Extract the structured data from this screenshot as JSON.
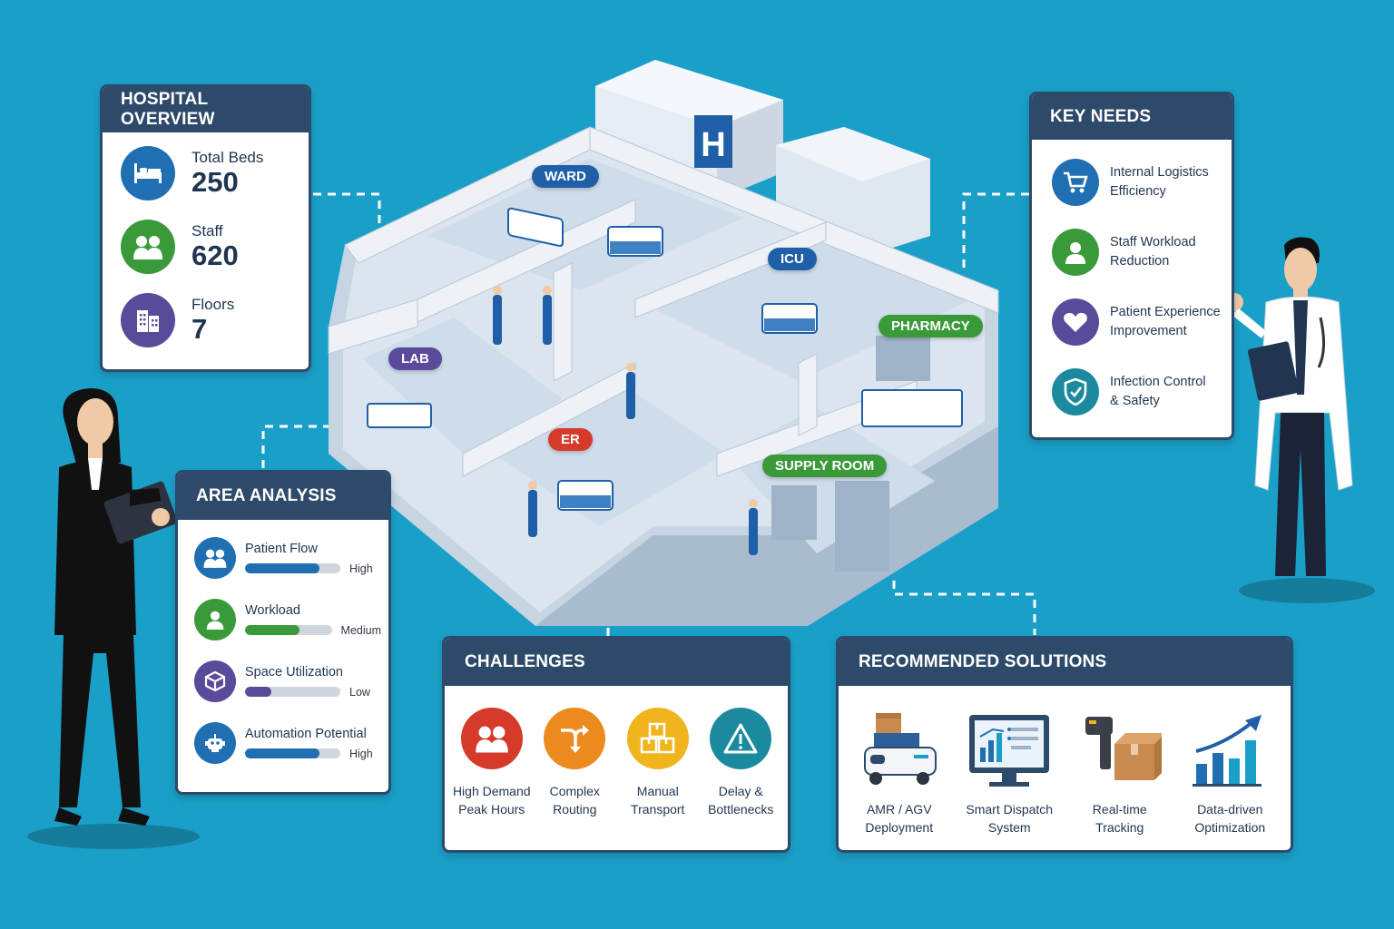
{
  "overview": {
    "title": "HOSPITAL OVERVIEW",
    "items": [
      {
        "label": "Total Beds",
        "value": "250",
        "icon": "bed-icon",
        "color": "#1f6fb2"
      },
      {
        "label": "Staff",
        "value": "620",
        "icon": "people-icon",
        "color": "#3a9a3a"
      },
      {
        "label": "Floors",
        "value": "7",
        "icon": "building-icon",
        "color": "#5a4a9a"
      }
    ]
  },
  "key_needs": {
    "title": "KEY NEEDS",
    "items": [
      {
        "line1": "Internal Logistics",
        "line2": "Efficiency",
        "icon": "cart-icon",
        "color": "#1f6fb2"
      },
      {
        "line1": "Staff Workload",
        "line2": "Reduction",
        "icon": "person-icon",
        "color": "#3a9a3a"
      },
      {
        "line1": "Patient Experience",
        "line2": "Improvement",
        "icon": "heart-icon",
        "color": "#5a4a9a"
      },
      {
        "line1": "Infection Control",
        "line2": "& Safety",
        "icon": "shield-icon",
        "color": "#1c8a9e"
      }
    ]
  },
  "area_analysis": {
    "title": "AREA ANALYSIS",
    "items": [
      {
        "label": "Patient Flow",
        "level": "High",
        "fill": 0.78,
        "icon": "people-icon",
        "color": "#1f6fb2"
      },
      {
        "label": "Workload",
        "level": "Medium",
        "fill": 0.63,
        "icon": "person-icon",
        "color": "#3a9a3a"
      },
      {
        "label": "Space Utilization",
        "level": "Low",
        "fill": 0.28,
        "icon": "cube-icon",
        "color": "#5a4a9a"
      },
      {
        "label": "Automation Potential",
        "level": "High",
        "fill": 0.78,
        "icon": "robot-icon",
        "color": "#1f6fb2"
      }
    ]
  },
  "challenges": {
    "title": "CHALLENGES",
    "items": [
      {
        "line1": "High Demand",
        "line2": "Peak Hours",
        "icon": "people-icon",
        "color": "#d63a2a"
      },
      {
        "line1": "Complex",
        "line2": "Routing",
        "icon": "routing-arrows-icon",
        "color": "#ec8a1e"
      },
      {
        "line1": "Manual",
        "line2": "Transport",
        "icon": "boxes-icon",
        "color": "#f0b51c"
      },
      {
        "line1": "Delay &",
        "line2": "Bottlenecks",
        "icon": "warning-icon",
        "color": "#1c8a9e"
      }
    ]
  },
  "solutions": {
    "title": "RECOMMENDED SOLUTIONS",
    "items": [
      {
        "line1": "AMR / AGV",
        "line2": "Deployment",
        "icon": "robot-cart-icon"
      },
      {
        "line1": "Smart Dispatch",
        "line2": "System",
        "icon": "monitor-dashboard-icon"
      },
      {
        "line1": "Real-time",
        "line2": "Tracking",
        "icon": "scanner-box-icon"
      },
      {
        "line1": "Data-driven",
        "line2": "Optimization",
        "icon": "growth-chart-icon"
      }
    ]
  },
  "rooms": {
    "ward": {
      "label": "WARD",
      "color": "#1f5fa8"
    },
    "icu": {
      "label": "ICU",
      "color": "#1f5fa8"
    },
    "pharmacy": {
      "label": "PHARMACY",
      "color": "#3a9a3a"
    },
    "lab": {
      "label": "LAB",
      "color": "#5a4a9a"
    },
    "er": {
      "label": "ER",
      "color": "#d63a2a"
    },
    "supply": {
      "label": "SUPPLY ROOM",
      "color": "#3a9a3a"
    },
    "hospital_sign": "H"
  }
}
